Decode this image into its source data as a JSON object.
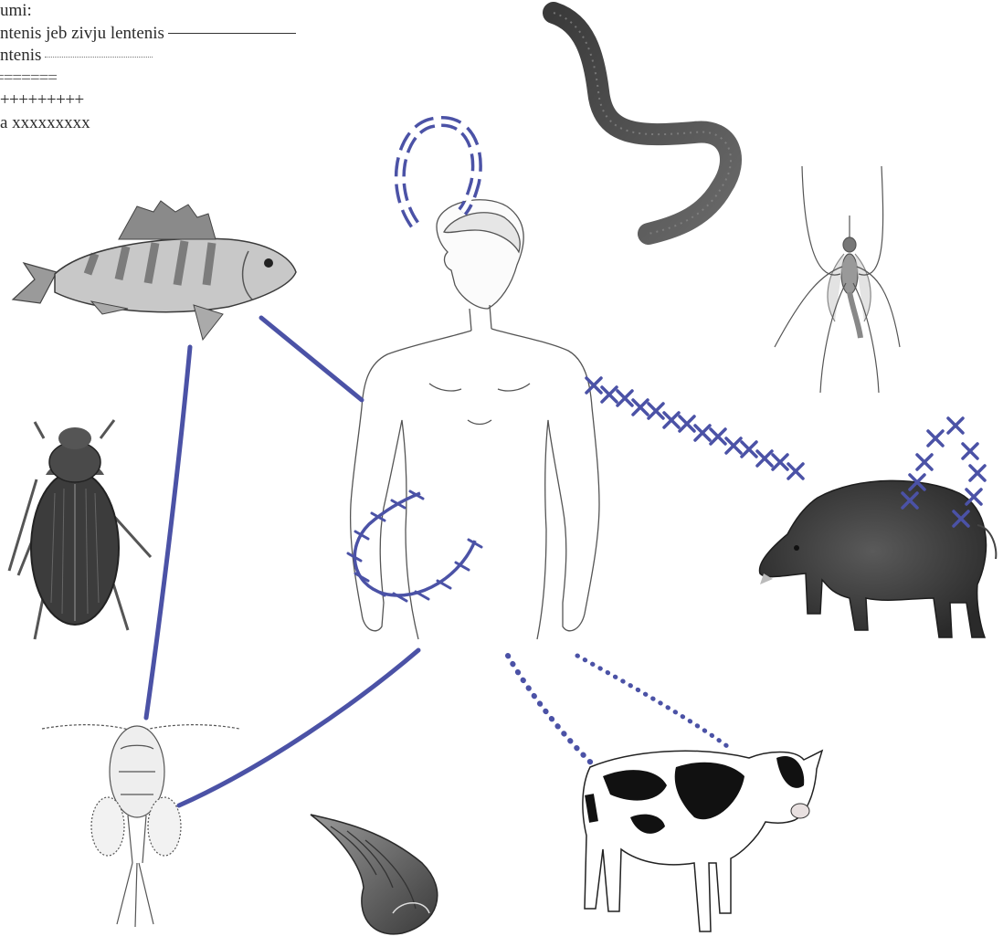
{
  "legend": {
    "heading": "umi:",
    "items": [
      {
        "text": "ntenis jeb zivju lentenis",
        "marker": "solid"
      },
      {
        "text": "ntenis",
        "marker": "dotted"
      },
      {
        "text": "=======",
        "marker": "double-dashed"
      },
      {
        "text": "-+++++++++",
        "marker": "plus"
      },
      {
        "text": "a xxxxxxxxx",
        "marker": "cross"
      }
    ]
  },
  "colors": {
    "link": "#4b52a6",
    "ink": "#2b2b2b",
    "animal_gray": "#555555"
  },
  "nodes": [
    {
      "id": "human",
      "icon": "human-figure-icon"
    },
    {
      "id": "perch",
      "icon": "perch-fish-icon"
    },
    {
      "id": "earthworm",
      "icon": "earthworm-icon"
    },
    {
      "id": "mosquito",
      "icon": "mosquito-icon"
    },
    {
      "id": "water-beetle",
      "icon": "water-beetle-icon"
    },
    {
      "id": "wild-boar",
      "icon": "wild-boar-icon"
    },
    {
      "id": "copepod",
      "icon": "copepod-icon"
    },
    {
      "id": "pond-snail",
      "icon": "pond-snail-icon"
    },
    {
      "id": "cow",
      "icon": "cow-icon"
    }
  ],
  "links": [
    {
      "from": "human",
      "to": "perch",
      "style": "solid"
    },
    {
      "from": "perch",
      "to": "copepod",
      "style": "solid"
    },
    {
      "from": "copepod",
      "to": "human",
      "style": "solid"
    },
    {
      "from": "human",
      "to": "wild-boar",
      "style": "cross"
    },
    {
      "from": "human",
      "to": "cow",
      "style": "dotted"
    },
    {
      "from": "human",
      "to": "human",
      "style": "double-dashed"
    },
    {
      "from": "human",
      "to": "human",
      "style": "plus"
    },
    {
      "from": "wild-boar",
      "to": "wild-boar",
      "style": "cross"
    }
  ]
}
